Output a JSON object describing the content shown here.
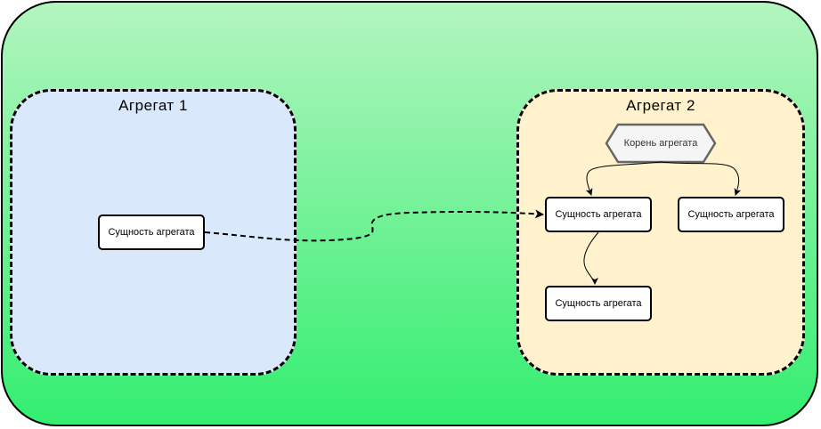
{
  "aggregates": {
    "aggregate1": {
      "title": "Агрегат  1"
    },
    "aggregate2": {
      "title": "Агрегат  2"
    }
  },
  "nodes": {
    "root": {
      "label": "Корень агрегата"
    },
    "entity_agg1": {
      "label": "Сущность агрегата"
    },
    "entity_agg2_left": {
      "label": "Сущность агрегата"
    },
    "entity_agg2_right": {
      "label": "Сущность агрегата"
    },
    "entity_agg2_bottom": {
      "label": "Сущность агрегата"
    }
  },
  "colors": {
    "outer_gradient_top": "#b3f5bf",
    "outer_gradient_bottom": "#33ee70",
    "aggregate1_fill": "#dae8fc",
    "aggregate2_fill": "#fff2cc",
    "root_fill": "#f5f5f5",
    "root_stroke": "#666666"
  }
}
